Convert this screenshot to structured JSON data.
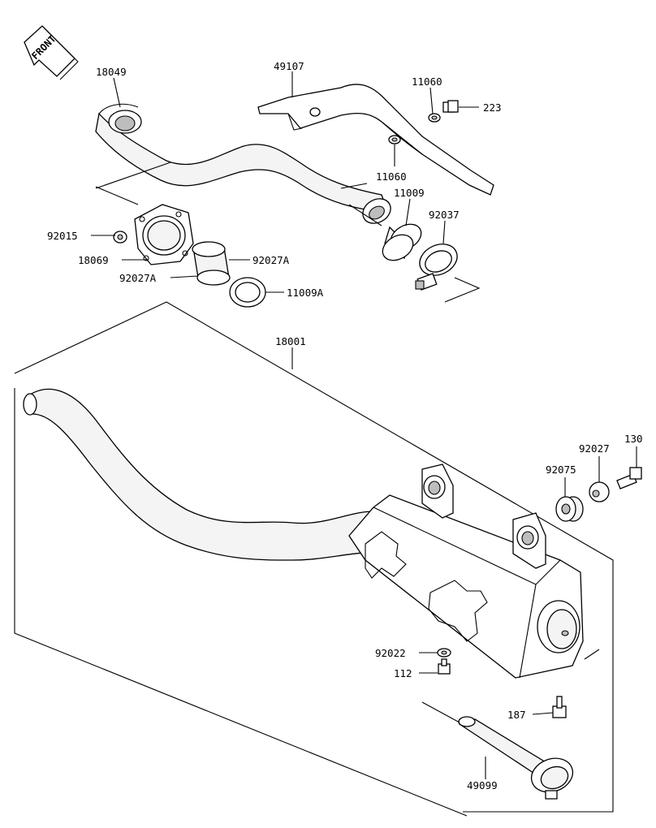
{
  "front_badge": "FRONT",
  "parts": {
    "p18049": "18049",
    "p49107": "49107",
    "p11060_top": "11060",
    "p223": "223",
    "p11060_mid": "11060",
    "p11009": "11009",
    "p92037": "92037",
    "p92015": "92015",
    "p18069": "18069",
    "p92027A_right": "92027A",
    "p92027A_left": "92027A",
    "p11009A": "11009A",
    "p18001": "18001",
    "p130": "130",
    "p92027": "92027",
    "p92075": "92075",
    "p92022": "92022",
    "p112": "112",
    "p187": "187",
    "p49099": "49099"
  }
}
